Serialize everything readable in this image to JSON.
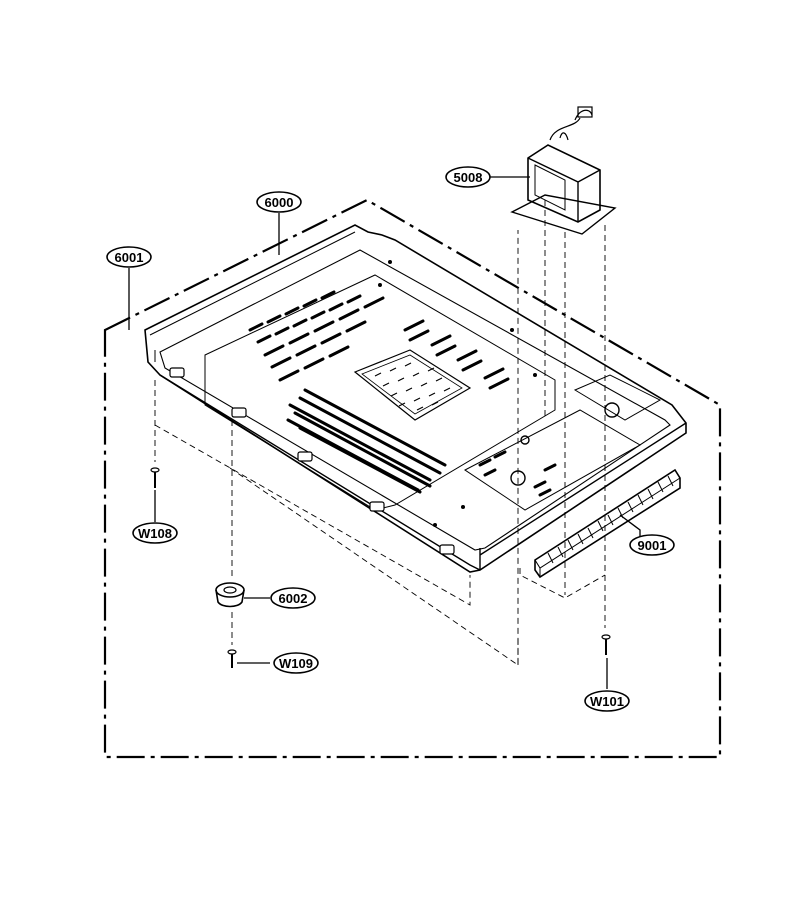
{
  "callouts": {
    "p6000": "6000",
    "p6001": "6001",
    "p5008": "5008",
    "p9001": "9001",
    "p6002": "6002",
    "w108": "W108",
    "w109": "W109",
    "w101": "W101"
  },
  "colors": {
    "line": "#000000",
    "background": "#ffffff",
    "panel_fill": "#ffffff"
  }
}
